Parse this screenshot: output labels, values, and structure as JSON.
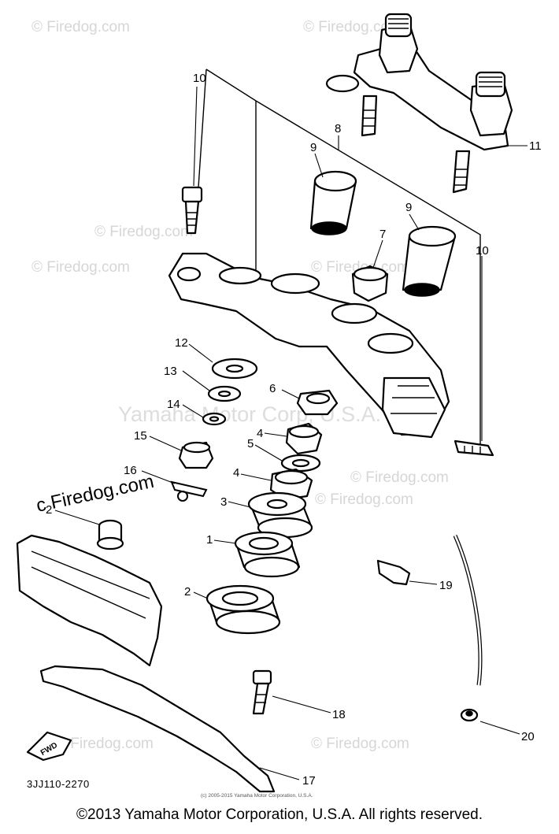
{
  "diagram": {
    "callouts": {
      "c1": "1",
      "c2": "2",
      "c3": "3",
      "c4a": "4",
      "c4b": "4",
      "c5": "5",
      "c6": "6",
      "c7": "7",
      "c8": "8",
      "c9a": "9",
      "c9b": "9",
      "c10a": "10",
      "c10b": "10",
      "c11": "11",
      "c12": "12",
      "c13": "13",
      "c14": "14",
      "c15": "15",
      "c16": "16",
      "c17": "17",
      "c18": "18",
      "c19": "19",
      "c20": "20",
      "c21": "2"
    },
    "part_code": "3JJ110-2270",
    "fwd_label": "FWD",
    "watermarks": {
      "site": "© Firedog.com",
      "site_short": "© Firedog.com",
      "site_dark": "c Firedog.com",
      "corp": "Yamaha Motor Corp, U.S.A."
    },
    "small_copyright": "(c) 2005-2015 Yamaha Motor Corporation, U.S.A."
  },
  "footer": {
    "copyright": "©2013 Yamaha Motor Corporation, U.S.A. All rights reserved."
  }
}
